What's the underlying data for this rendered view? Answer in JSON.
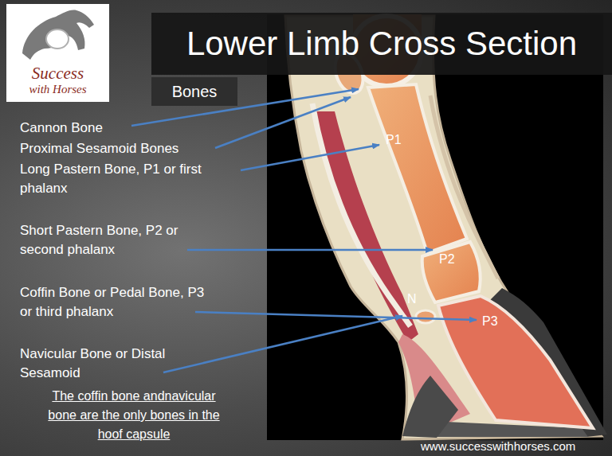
{
  "diagram": {
    "title": "Lower Limb Cross Section",
    "nodes": [
      {
        "text": [
          "Success",
          "with Horses"
        ]
      },
      {
        "text": [
          "Bones"
        ]
      }
    ],
    "labels": [
      "Cannon Bone",
      "Proximal Sesamoid Bones",
      "Long Pastern Bone, P1 or first phalanx",
      "Short Pastern Bone, P2 or second phalanx",
      "Coffin Bone or Pedal Bone, P3 or third phalanx",
      "Navicular Bone or Distal Sesamoid",
      "The coffin bone andnavicular bone are the only bones in the hoof capsule",
      "P1",
      "P2",
      "N",
      "P3",
      "www.successwithhorses.com"
    ]
  }
}
